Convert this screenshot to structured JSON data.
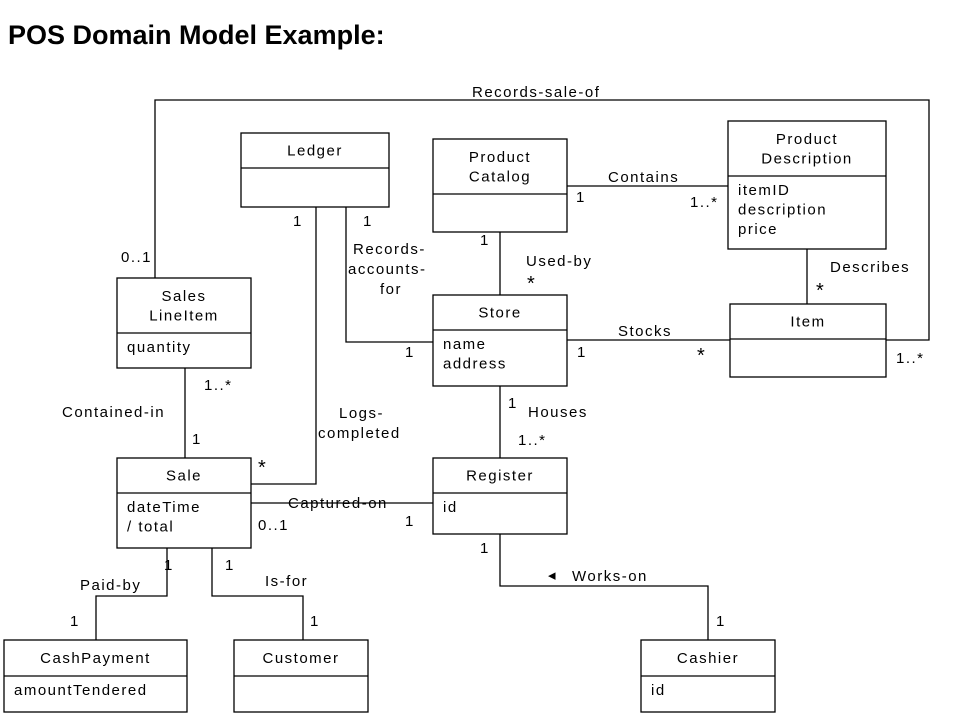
{
  "title": "POS Domain Model Example:",
  "classes": {
    "ledger": {
      "name": [
        "Ledger"
      ],
      "attributes": []
    },
    "product_catalog": {
      "name": [
        "Product",
        "Catalog"
      ],
      "attributes": []
    },
    "product_description": {
      "name": [
        "Product",
        "Description"
      ],
      "attributes": [
        "itemID",
        "description",
        "price"
      ]
    },
    "sales_line_item": {
      "name": [
        "Sales",
        "LineItem"
      ],
      "attributes": [
        "quantity"
      ]
    },
    "store": {
      "name": [
        "Store"
      ],
      "attributes": [
        "name",
        "address"
      ]
    },
    "item": {
      "name": [
        "Item"
      ],
      "attributes": []
    },
    "sale": {
      "name": [
        "Sale"
      ],
      "attributes": [
        "dateTime",
        "/ total"
      ]
    },
    "register": {
      "name": [
        "Register"
      ],
      "attributes": [
        "id"
      ]
    },
    "cash_payment": {
      "name": [
        "CashPayment"
      ],
      "attributes": [
        "amountTendered"
      ]
    },
    "customer": {
      "name": [
        "Customer"
      ],
      "attributes": []
    },
    "cashier": {
      "name": [
        "Cashier"
      ],
      "attributes": [
        "id"
      ]
    }
  },
  "associations": {
    "records_sale_of": {
      "label": "Records-sale-of",
      "from_mult": "0..1",
      "to_mult": "1..*"
    },
    "contains": {
      "label": "Contains",
      "from_mult": "1",
      "to_mult": "1..*"
    },
    "records_accounts_for": {
      "label": [
        "Records-",
        "accounts-",
        "for"
      ],
      "from_mult": "1",
      "to_mult": "1"
    },
    "used_by": {
      "label": "Used-by",
      "from_mult": "1",
      "to_mult": "*"
    },
    "describes": {
      "label": "Describes",
      "to_mult": "*"
    },
    "stocks": {
      "label": "Stocks",
      "from_mult": "1",
      "to_mult": "*"
    },
    "contained_in": {
      "label": "Contained-in",
      "from_mult": "1..*",
      "to_mult": "1"
    },
    "logs_completed": {
      "label": [
        "Logs-",
        "completed"
      ],
      "from_mult": "1",
      "to_mult": "*"
    },
    "houses": {
      "label": "Houses",
      "from_mult": "1",
      "to_mult": "1..*"
    },
    "captured_on": {
      "label": "Captured-on",
      "from_mult": "0..1",
      "to_mult": "1"
    },
    "paid_by": {
      "label": "Paid-by",
      "from_mult": "1",
      "to_mult": "1"
    },
    "is_for": {
      "label": "Is-for",
      "from_mult": "1",
      "to_mult": "1"
    },
    "works_on": {
      "label": "Works-on",
      "arrow": "◂",
      "from_mult": "1",
      "to_mult": "1"
    }
  }
}
